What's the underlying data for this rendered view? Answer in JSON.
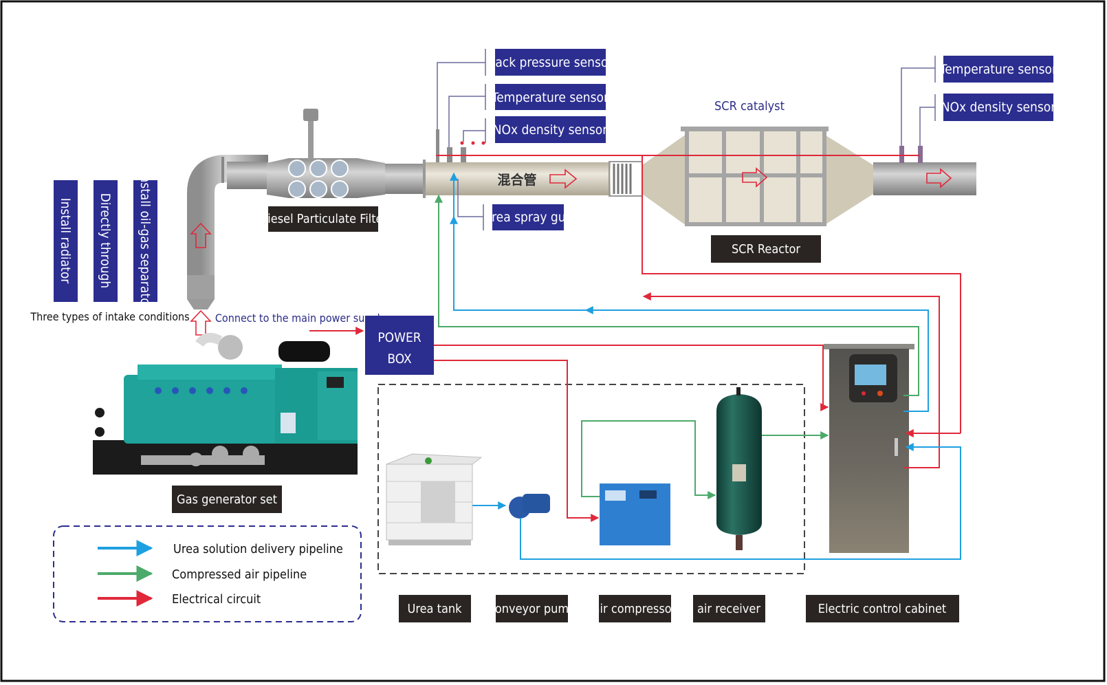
{
  "title": "SCR denitrification system schematic",
  "colors": {
    "label_blue": "#2b2d8f",
    "label_dark": "#2a2523",
    "urea_line": "#1ea0e0",
    "air_line": "#4caa6a",
    "electric_line": "#e0283a",
    "pipe_gray": "#a9a9a9",
    "pipe_beige": "#d8d3c3",
    "border": "#111111"
  },
  "intake": {
    "options": [
      "Install radiator",
      "Directly through",
      "Install oil-gas separator"
    ],
    "caption": "Three types of intake conditions"
  },
  "components": {
    "dpf": "Diesel Particulate Filter",
    "mixing_pipe": "混合管",
    "scr_catalyst": "SCR catalyst",
    "scr_reactor": "SCR Reactor",
    "generator": "Gas generator set",
    "power_box_line1": "POWER",
    "power_box_line2": "BOX",
    "power_supply_note": "Connect to the main power supply"
  },
  "sensors_inlet": [
    "Back pressure sensor",
    "Temperature sensor",
    "NOx density sensor"
  ],
  "sensor_spray": "Urea spray gun",
  "sensors_outlet": [
    "Temperature sensor",
    "NOx density sensor"
  ],
  "equipment_labels": [
    "Urea tank",
    "Conveyor pump",
    "air compressor",
    "air receiver",
    "Electric control cabinet"
  ],
  "legend": {
    "items": [
      {
        "label": "Urea solution delivery pipeline",
        "color": "#1ea0e0"
      },
      {
        "label": "Compressed air pipeline",
        "color": "#4caa6a"
      },
      {
        "label": "Electrical circuit",
        "color": "#e0283a"
      }
    ]
  }
}
